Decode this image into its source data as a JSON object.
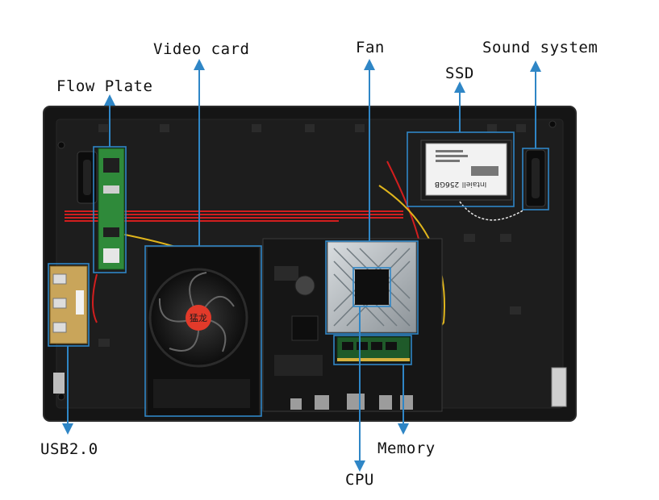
{
  "labels": {
    "video_card": "Video card",
    "fan": "Fan",
    "sound_system": "Sound system",
    "flow_plate": "Flow Plate",
    "ssd": "SSD",
    "usb": "USB2.0",
    "memory": "Memory",
    "cpu": "CPU"
  },
  "ssd_sticker": {
    "brand": "Intaiell",
    "capacity": "256GB"
  },
  "gpu_sticker": "猛龙",
  "colors": {
    "callout": "#2f86c6",
    "chassis": "#151515",
    "wire_red": "#d21e1e",
    "wire_yellow": "#e0b51c",
    "pcb_green": "#2f8a3a",
    "gpu_fan_accent": "#e23a2a"
  }
}
